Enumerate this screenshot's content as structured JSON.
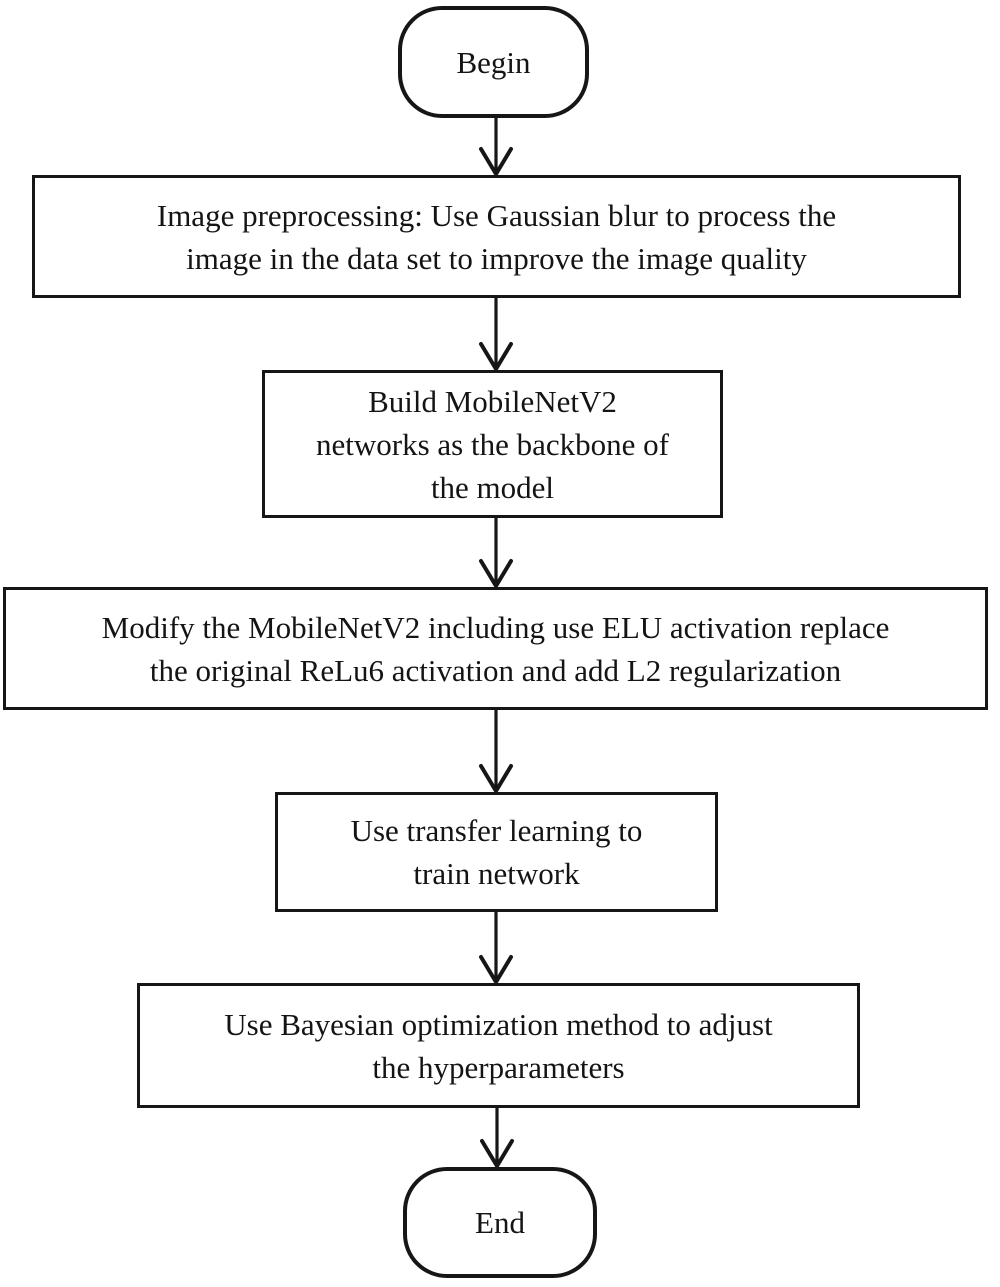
{
  "diagram": {
    "type": "flowchart",
    "direction": "top-to-bottom",
    "colors": {
      "stroke": "#161616",
      "text": "#141414",
      "background": "#ffffff"
    },
    "nodes": {
      "begin": {
        "type": "terminator",
        "label": "Begin",
        "lines": [
          "Begin"
        ]
      },
      "preprocessing": {
        "type": "process",
        "label": "Image preprocessing: Use Gaussian blur to process the image in the data set to improve the image quality",
        "lines": [
          "Image preprocessing: Use Gaussian blur to process the",
          "image in the data set to improve the image quality"
        ]
      },
      "backbone": {
        "type": "process",
        "label": "Build MobileNetV2 networks as the backbone of the model",
        "lines": [
          "Build MobileNetV2",
          "networks as the backbone of",
          "the model"
        ]
      },
      "modify": {
        "type": "process",
        "label": "Modify the MobileNetV2 including use ELU activation replace the original ReLu6 activation and add L2 regularization",
        "lines": [
          "Modify the MobileNetV2 including use ELU activation replace",
          "the original ReLu6 activation and add L2 regularization"
        ]
      },
      "transfer": {
        "type": "process",
        "label": "Use transfer learning to train network",
        "lines": [
          "Use transfer learning to",
          "train network"
        ]
      },
      "bayesian": {
        "type": "process",
        "label": "Use Bayesian optimization method to adjust the hyperparameters",
        "lines": [
          "Use Bayesian optimization method to adjust",
          "the hyperparameters"
        ]
      },
      "end": {
        "type": "terminator",
        "label": "End",
        "lines": [
          "End"
        ]
      }
    },
    "edges": [
      {
        "from": "begin",
        "to": "preprocessing"
      },
      {
        "from": "preprocessing",
        "to": "backbone"
      },
      {
        "from": "backbone",
        "to": "modify"
      },
      {
        "from": "modify",
        "to": "transfer"
      },
      {
        "from": "transfer",
        "to": "bayesian"
      },
      {
        "from": "bayesian",
        "to": "end"
      }
    ]
  }
}
